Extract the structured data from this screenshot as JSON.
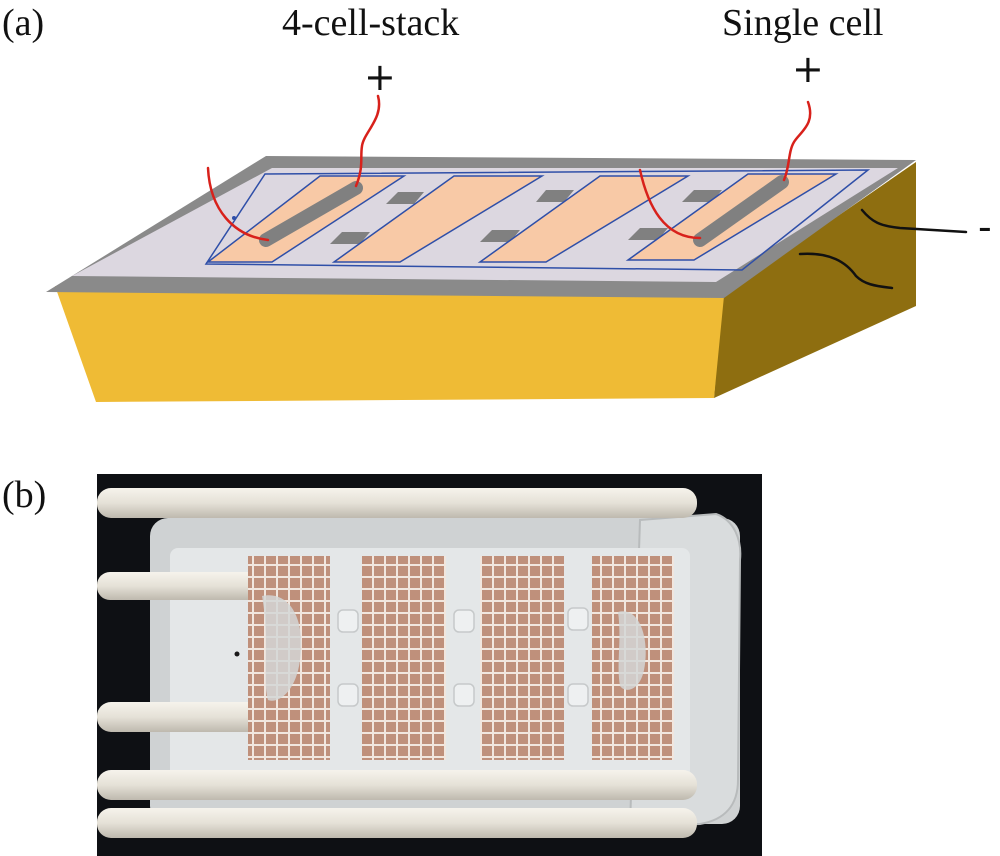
{
  "panel_a": {
    "label": "(a)",
    "title_left": "4-cell-stack",
    "title_right": "Single cell",
    "plus_left": "+",
    "plus_right": "+",
    "minus_right": "-"
  },
  "panel_b": {
    "label": "(b)"
  },
  "colors": {
    "block_front": "#EFBB35",
    "block_side": "#8E6E10",
    "top_rim": "#8A8A8A",
    "top_face": "#DCD7E0",
    "cell_fill": "#F8C9A6",
    "cell_outline": "#2F4FA8",
    "connector": "#808080",
    "lead_red": "#D8211B",
    "lead_black": "#111111",
    "photo_background": "#0E1014",
    "ceramic_tube": "#E7E3DA",
    "substrate": "#D7DADB",
    "mesh_copper": "#BF907B"
  }
}
